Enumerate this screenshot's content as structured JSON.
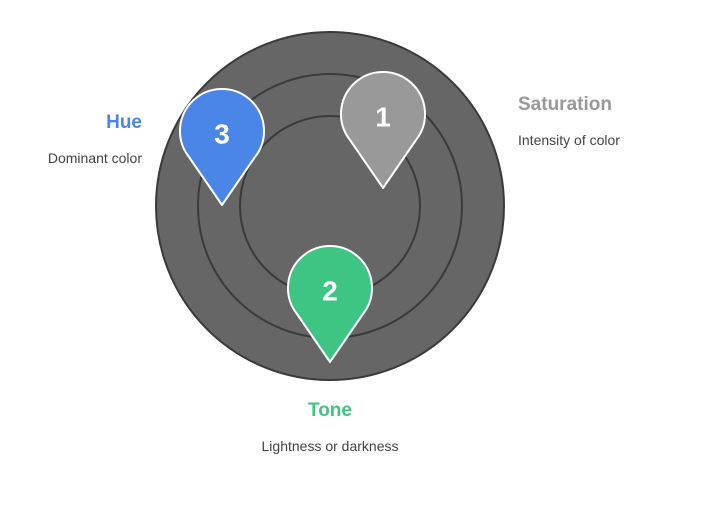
{
  "colors": {
    "background": "#ffffff",
    "outer_disc": "#666666",
    "ring_stroke": "#3a3a3a",
    "hue": "#4a86e8",
    "saturation": "#999999",
    "tone": "#3ec483",
    "description_text": "#444444"
  },
  "markers": [
    {
      "id": "saturation",
      "number": "1",
      "title": "Saturation",
      "description": "Intensity of color",
      "color": "#999999",
      "icon": "map-pin-icon"
    },
    {
      "id": "tone",
      "number": "2",
      "title": "Tone",
      "description": "Lightness or darkness",
      "color": "#3ec483",
      "icon": "map-pin-icon"
    },
    {
      "id": "hue",
      "number": "3",
      "title": "Hue",
      "description": "Dominant color",
      "color": "#4a86e8",
      "icon": "map-pin-icon"
    }
  ]
}
